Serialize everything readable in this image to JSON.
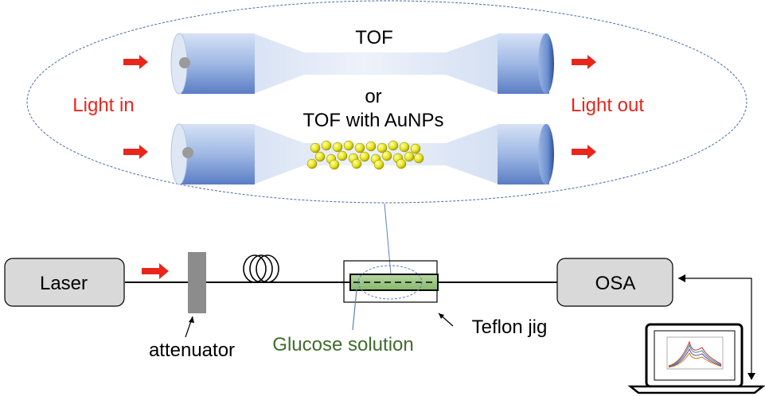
{
  "inset": {
    "top_fiber_label": "TOF",
    "or_label": "or",
    "bottom_fiber_label": "TOF  with AuNPs",
    "light_in": "Light in",
    "light_out": "Light out"
  },
  "setup": {
    "laser": "Laser",
    "osa": "OSA",
    "attenuator": "attenuator",
    "glucose": "Glucose solution",
    "teflon": "Teflon jig"
  },
  "colors": {
    "red_text": "#e8261c",
    "green_text": "#3f6d2e",
    "box_fill": "#d9d9d9",
    "ellipse_stroke": "#4a6aa8"
  }
}
